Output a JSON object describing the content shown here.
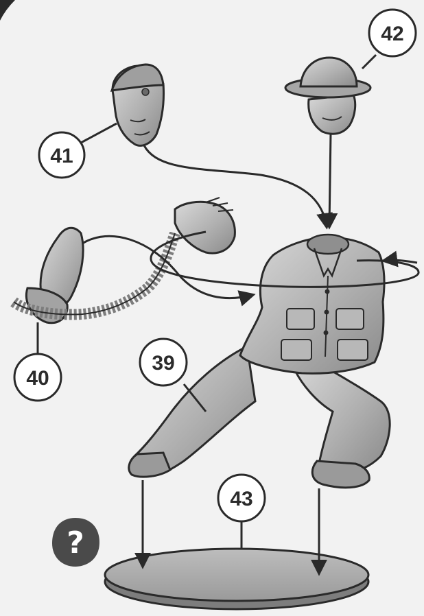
{
  "callouts": {
    "c39": "39",
    "c40": "40",
    "c41": "41",
    "c42": "42",
    "c43": "43"
  },
  "help_icon": {
    "glyph": "?",
    "icon": "question-icon",
    "color": "#4a4a4a"
  },
  "colors": {
    "background": "#f2f2f2",
    "metal_light": "#cfcfcf",
    "metal_mid": "#a9a9a9",
    "metal_dark": "#7d7d7d",
    "line": "#2a2a2a"
  }
}
